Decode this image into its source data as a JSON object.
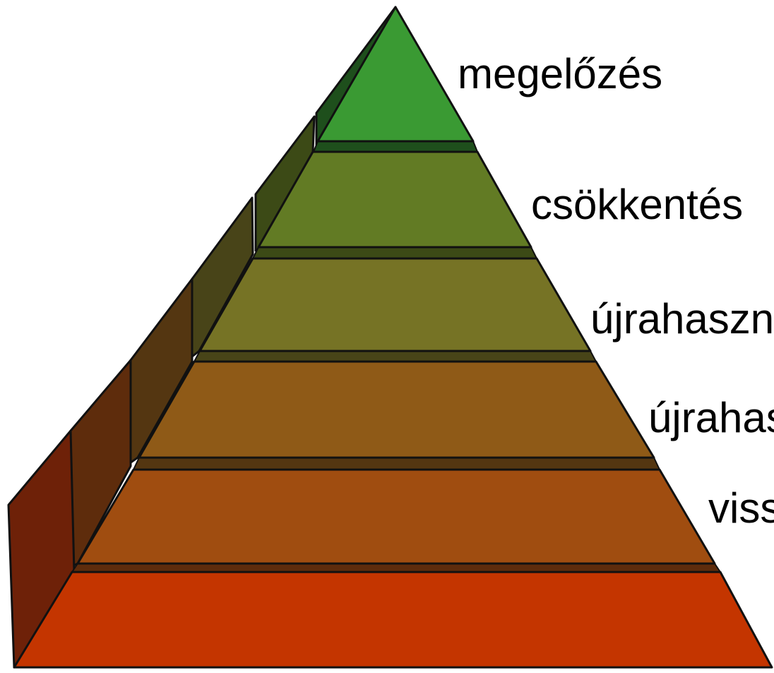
{
  "tiers": [
    {
      "label": "megelőzés",
      "face_color": "#3a9a33",
      "side_color": "#1e4f1c"
    },
    {
      "label": "csökkentés",
      "face_color": "#627b24",
      "side_color": "#3c4a16"
    },
    {
      "label": "újrahasznosítás",
      "face_color": "#767325",
      "side_color": "#484418"
    },
    {
      "label": "újrahasznosítás",
      "face_color": "#8f5a17",
      "side_color": "#543611"
    },
    {
      "label": "visszanyerés",
      "face_color": "#a04d10",
      "side_color": "#5e2c0c"
    },
    {
      "label": "",
      "face_color": "#c43500",
      "side_color": "#6e2108"
    }
  ],
  "outline_color": "#111111"
}
